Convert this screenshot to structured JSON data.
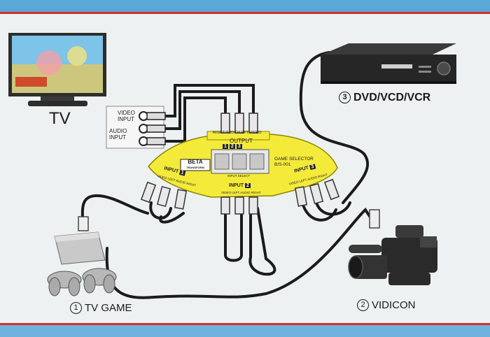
{
  "labels": {
    "tv": "TV",
    "dvd": "DVD/VCD/VCR",
    "dvd_num": "3",
    "tv_game": "TV GAME",
    "tv_game_num": "1",
    "vidicon": "VIDICON",
    "vidicon_num": "2"
  },
  "tv_panel": {
    "video_input": [
      "VIDEO",
      "INPUT"
    ],
    "audio_input": [
      "AUDIO",
      "INPUT"
    ]
  },
  "selector": {
    "output_label": "OUTPUT",
    "output_channels": "RIGHT/AUDIO/LEFT  VIDEO",
    "output_numbers": [
      "1",
      "2",
      "3"
    ],
    "brand": "BETA",
    "brand_sub": "TRANSFORM",
    "title": "GAME SELECTOR",
    "model": "B/S-001",
    "input_select": "INPUT SELECT",
    "input1_label": "INPUT",
    "input1_num": "1",
    "input1_channels": "VIDEO LEFT AUDIO RIGHT",
    "input2_label": "INPUT",
    "input2_num": "2",
    "input2_channels": "VIDEO LEFT AUDIO RIGHT",
    "input3_label": "INPUT",
    "input3_num": "3",
    "input3_channels": "VIDEO LEFT AUDIO RIGHT"
  },
  "colors": {
    "border_red": "#d4302c",
    "background_blue": "#5aa7d8",
    "selector_yellow": "#f4ea3a",
    "cable": "#1b1b1b"
  }
}
